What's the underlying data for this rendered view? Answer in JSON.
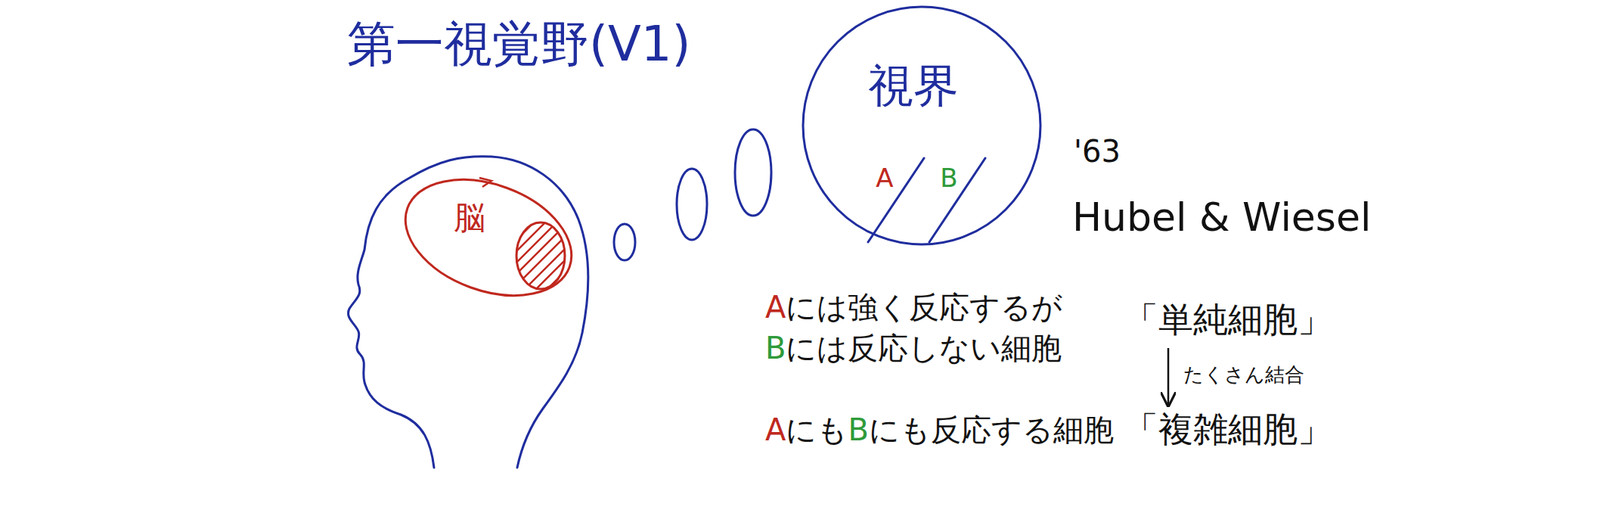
{
  "diagram": {
    "title": "第一視覚野(V1)",
    "nodes": [
      {
        "text": [
          "脳"
        ]
      },
      {
        "text": [
          "視界",
          "A",
          "B"
        ]
      }
    ],
    "labels": [
      "'63",
      "Hubel & Wiesel",
      "A",
      "には強く反応するが",
      "B",
      "には反応しない細胞",
      "A",
      "にも",
      "B",
      "にも反応する細胞",
      "「単純細胞」",
      "たくさん結合",
      "「複雑細胞」"
    ]
  }
}
